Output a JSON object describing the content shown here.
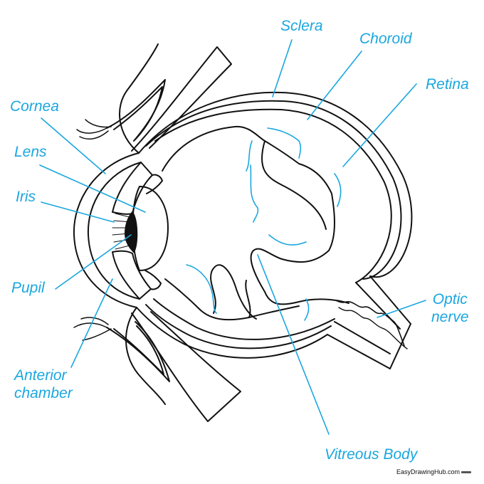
{
  "labels": {
    "sclera": "Sclera",
    "choroid": "Choroid",
    "retina": "Retina",
    "cornea": "Cornea",
    "lens": "Lens",
    "iris": "Iris",
    "pupil": "Pupil",
    "anterior_chamber_line1": "Anterior",
    "anterior_chamber_line2": "chamber",
    "optic_nerve_line1": "Optic",
    "optic_nerve_line2": "nerve",
    "vitreous_body": "Vitreous Body"
  },
  "watermark": "EasyDrawingHub.com",
  "colors": {
    "label": "#1aa7e0",
    "outline": "#111111",
    "vessel": "#1aa7e0",
    "background": "#ffffff"
  }
}
